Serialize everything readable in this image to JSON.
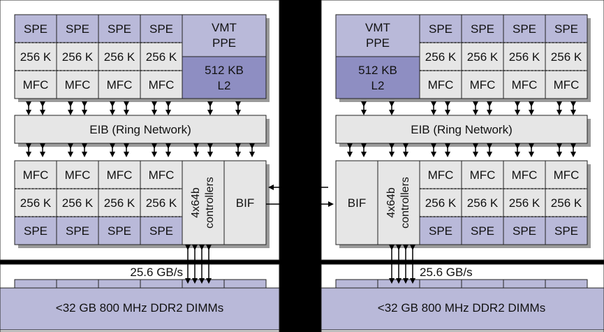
{
  "labels": {
    "spe": "SPE",
    "local_store": "256 K",
    "mfc": "MFC",
    "ppe_line1": "VMT",
    "ppe_line2": "PPE",
    "l2_line1": "512 KB",
    "l2_line2": "L2",
    "eib": "EIB (Ring Network)",
    "controllers_line1": "4x64b",
    "controllers_line2": "controllers",
    "bif": "BIF",
    "bandwidth": "25.6 GB/s",
    "dimm": "<32 GB 800 MHz DDR2 DIMMs"
  },
  "colors": {
    "spe_fill": "#b9b9d9",
    "l2_fill": "#8e8ec2",
    "box_fill": "#e6e6e6",
    "background": "#000000"
  }
}
